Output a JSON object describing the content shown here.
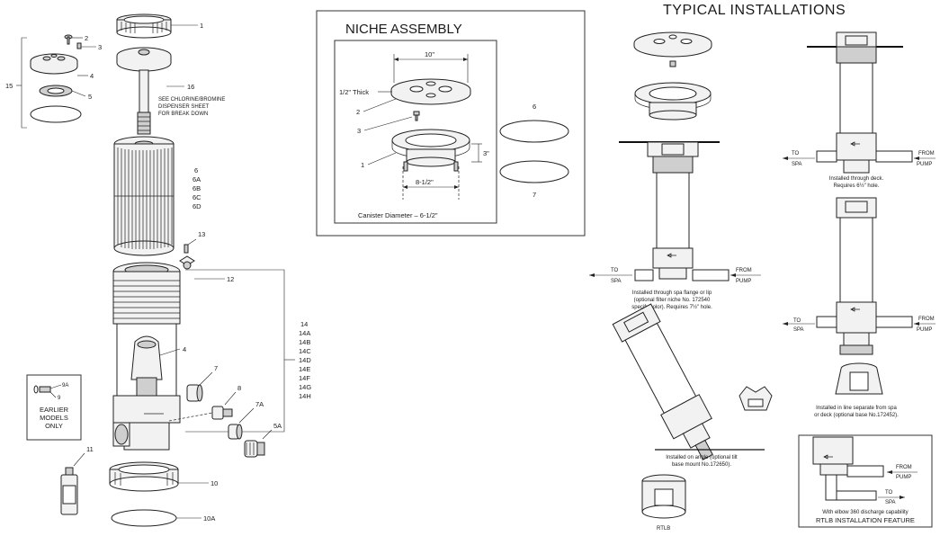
{
  "titles": {
    "niche": "NICHE ASSEMBLY",
    "installations": "TYPICAL INSTALLATIONS"
  },
  "parts_exploded": {
    "p1": "1",
    "p2": "2",
    "p3": "3",
    "p15": "15",
    "p4top": "4",
    "p5": "5",
    "p16": "16",
    "chlorine_note": [
      "SEE CHLORINE/BROMINE",
      "DISPENSER SHEET",
      "FOR BREAK DOWN"
    ],
    "cartridge": [
      "6",
      "6A",
      "6B",
      "6C",
      "6D"
    ],
    "p13": "13",
    "p12": "12",
    "p14_list": [
      "14",
      "14A",
      "14B",
      "14C",
      "14D",
      "14E",
      "14F",
      "14G",
      "14H"
    ],
    "p4": "4",
    "p7": "7",
    "p8": "8",
    "p7a": "7A",
    "p9a_part": "5A",
    "p11": "11",
    "p10": "10",
    "p10a": "10A"
  },
  "earlier_box": {
    "p9a": "9A",
    "p9": "9",
    "text": [
      "EARLIER",
      "MODELS",
      "ONLY"
    ]
  },
  "niche": {
    "dim_top": "10\"",
    "thick": "1/2\" Thick",
    "p2": "2",
    "p3": "3",
    "p1": "1",
    "p6": "6",
    "p7": "7",
    "dim_3": "3\"",
    "dim_bottom": "8-1/2\"",
    "canister": "Canister Diameter – 6-1/2\""
  },
  "installs": {
    "to_spa": [
      "TO",
      "SPA"
    ],
    "from_pump": [
      "FROM",
      "PUMP"
    ],
    "flange_caption": [
      "Installed through spa flange or lip",
      "(optional filter niche No. 172540",
      "specify color). Requires 7½\" hole."
    ],
    "deck_caption": [
      "Installed through deck.",
      "Requires 6½\" hole."
    ],
    "inline_caption": [
      "Installed in line separate from spa",
      "or deck (optional base No.172452)."
    ],
    "angle_caption": [
      "Installed on angle (optional tilt",
      "base mount No.172650)."
    ],
    "rtlb": "RTLB",
    "rtlb_box": {
      "from_pump": [
        "FROM",
        "PUMP"
      ],
      "to_spa": [
        "TO",
        "SPA"
      ],
      "note": "With elbow 360  discharge capability",
      "feature": "RTLB INSTALLATION FEATURE"
    }
  }
}
